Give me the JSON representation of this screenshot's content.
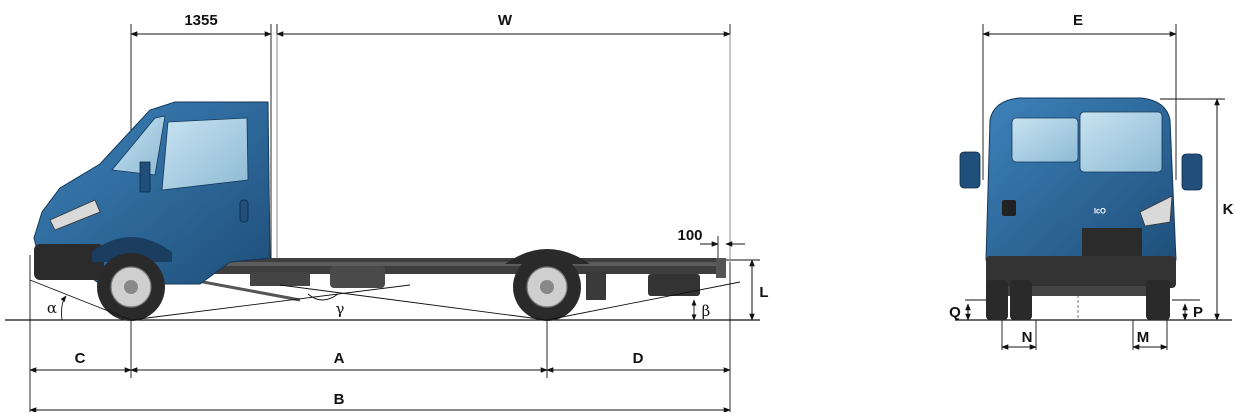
{
  "side_view": {
    "labels": {
      "front_cab": "1355",
      "body_length": "W",
      "rear_gap": "100",
      "front_overhang": "C",
      "wheelbase": "A",
      "rear_overhang": "D",
      "overall_length": "B",
      "frame_height": "L",
      "approach_angle": "α",
      "ramp_angle": "γ",
      "departure_angle": "β"
    }
  },
  "front_view": {
    "labels": {
      "overall_width": "E",
      "overall_height": "K",
      "front_ground_clearance": "Q",
      "rear_ground_clearance": "P",
      "front_track_offset": "N",
      "rear_track_offset": "M"
    }
  },
  "colors": {
    "cab_blue": "#2f6fa3",
    "cab_blue_dark": "#1f4f7a",
    "glass": "#a9cfe3",
    "frame": "#3a3a3a",
    "tyre": "#2a2a2a",
    "line": "#111111"
  }
}
